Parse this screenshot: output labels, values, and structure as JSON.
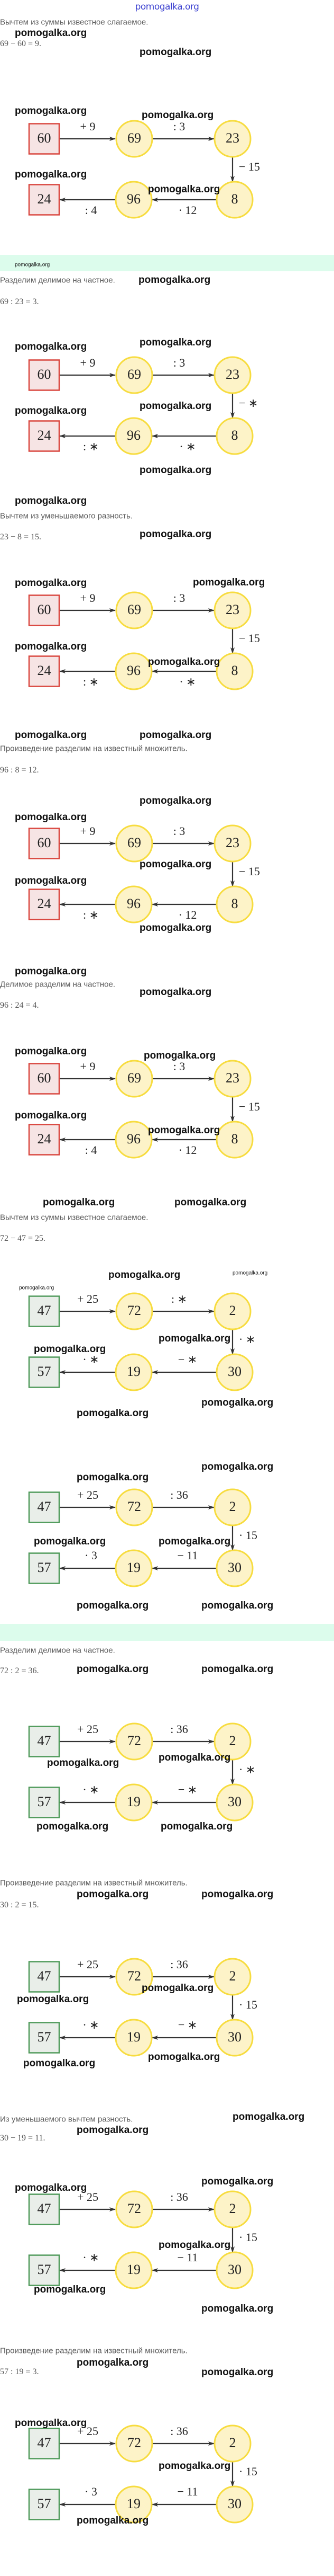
{
  "header": {
    "logo": "pomogalka.org"
  },
  "watermark": "pomogalka.org",
  "sections": [
    {
      "text": "Вычтем из суммы известное слагаемое.",
      "equation": "69 − 60 = 9."
    },
    {
      "text": "Разделим делимое на частное.",
      "equation": "69 : 23 = 3."
    },
    {
      "text": "Вычтем из уменьшаемого разность.",
      "equation": "23 − 8 = 15."
    },
    {
      "text": "Произведение разделим на известный множитель.",
      "equation": "96 : 8 = 12."
    },
    {
      "text": "Делимое разделим на частное.",
      "equation": "96 : 24 = 4."
    },
    {
      "text": "Вычтем из суммы известное слагаемое.",
      "equation": "72 − 47 = 25."
    },
    {
      "text": "Разделим делимое на частное.",
      "equation": "72 : 2 = 36."
    },
    {
      "text": "Произведение разделим на известный множитель.",
      "equation": "30 : 2 = 15."
    },
    {
      "text": "Из уменьшаемого вычтем разность.",
      "equation": "30 − 19 = 11."
    },
    {
      "text": "Произведение разделим на известный множитель.",
      "equation": "57 : 19 = 3."
    }
  ],
  "diagrams": [
    {
      "nodes": [
        "60",
        "69",
        "23",
        "8",
        "96",
        "24"
      ],
      "ops": [
        "+ 9",
        ": 3",
        "− 15",
        "· 12",
        ": 4"
      ],
      "box_border": "#d9463f",
      "box_fill": "#f6e4e4"
    },
    {
      "nodes": [
        "60",
        "69",
        "23",
        "8",
        "96",
        "24"
      ],
      "ops": [
        "+ 9",
        ": 3",
        "− ∗",
        "· ∗",
        ": ∗"
      ],
      "box_border": "#d9463f",
      "box_fill": "#f6e4e4"
    },
    {
      "nodes": [
        "60",
        "69",
        "23",
        "8",
        "96",
        "24"
      ],
      "ops": [
        "+ 9",
        ": 3",
        "− 15",
        "· ∗",
        ": ∗"
      ],
      "box_border": "#d9463f",
      "box_fill": "#f6e4e4"
    },
    {
      "nodes": [
        "60",
        "69",
        "23",
        "8",
        "96",
        "24"
      ],
      "ops": [
        "+ 9",
        ": 3",
        "− 15",
        "· 12",
        ": ∗"
      ],
      "box_border": "#d9463f",
      "box_fill": "#f6e4e4"
    },
    {
      "nodes": [
        "60",
        "69",
        "23",
        "8",
        "96",
        "24"
      ],
      "ops": [
        "+ 9",
        ": 3",
        "− 15",
        "· 12",
        ": 4"
      ],
      "box_border": "#d9463f",
      "box_fill": "#f6e4e4"
    },
    {
      "nodes": [
        "47",
        "72",
        "2",
        "30",
        "19",
        "57"
      ],
      "ops": [
        "+ 25",
        ": ∗",
        "· ∗",
        "− ∗",
        "· ∗"
      ],
      "box_border": "#4f9a5a",
      "box_fill": "#e9eee9"
    },
    {
      "nodes": [
        "47",
        "72",
        "2",
        "30",
        "19",
        "57"
      ],
      "ops": [
        "+ 25",
        ": 36",
        "· 15",
        "− 11",
        "· 3"
      ],
      "box_border": "#4f9a5a",
      "box_fill": "#e9eee9"
    },
    {
      "nodes": [
        "47",
        "72",
        "2",
        "30",
        "19",
        "57"
      ],
      "ops": [
        "+ 25",
        ": 36",
        "· ∗",
        "− ∗",
        "· ∗"
      ],
      "box_border": "#4f9a5a",
      "box_fill": "#e9eee9"
    },
    {
      "nodes": [
        "47",
        "72",
        "2",
        "30",
        "19",
        "57"
      ],
      "ops": [
        "+ 25",
        ": 36",
        "· 15",
        "− ∗",
        "· ∗"
      ],
      "box_border": "#4f9a5a",
      "box_fill": "#e9eee9"
    },
    {
      "nodes": [
        "47",
        "72",
        "2",
        "30",
        "19",
        "57"
      ],
      "ops": [
        "+ 25",
        ": 36",
        "· 15",
        "− 11",
        "· ∗"
      ],
      "box_border": "#4f9a5a",
      "box_fill": "#e9eee9"
    },
    {
      "nodes": [
        "47",
        "72",
        "2",
        "30",
        "19",
        "57"
      ],
      "ops": [
        "+ 25",
        ": 36",
        "· 15",
        "− 11",
        "· 3"
      ],
      "box_border": "#4f9a5a",
      "box_fill": "#e9eee9"
    }
  ],
  "colors": {
    "circle_fill": "#fdf3c8",
    "circle_stroke": "#f7dc3f",
    "arrow": "#333333",
    "band": "#dcfcec"
  }
}
